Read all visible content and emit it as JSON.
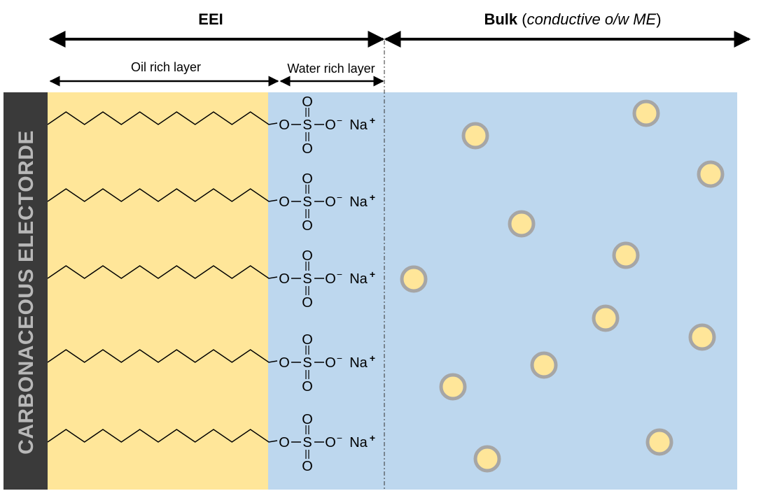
{
  "title_eei": "EEI",
  "title_bulk_bold": "Bulk",
  "title_bulk_paren_open": " (",
  "title_bulk_italic": "conductive o/w ME",
  "title_bulk_paren_close": ")",
  "label_oil": "Oil rich layer",
  "label_water": "Water rich layer",
  "electrode_label": "CARBONACEOUS ELECTORDE",
  "headgroup": {
    "O": "O",
    "S": "S",
    "O_minus": "O",
    "minus": "−",
    "Na": "Na",
    "plus": "+"
  },
  "colors": {
    "oil": "#FFE699",
    "water": "#BDD7EE",
    "electrode": "#3A3A3A",
    "droplet_fill": "#FFE699",
    "droplet_ring": "#A6A6A6"
  }
}
